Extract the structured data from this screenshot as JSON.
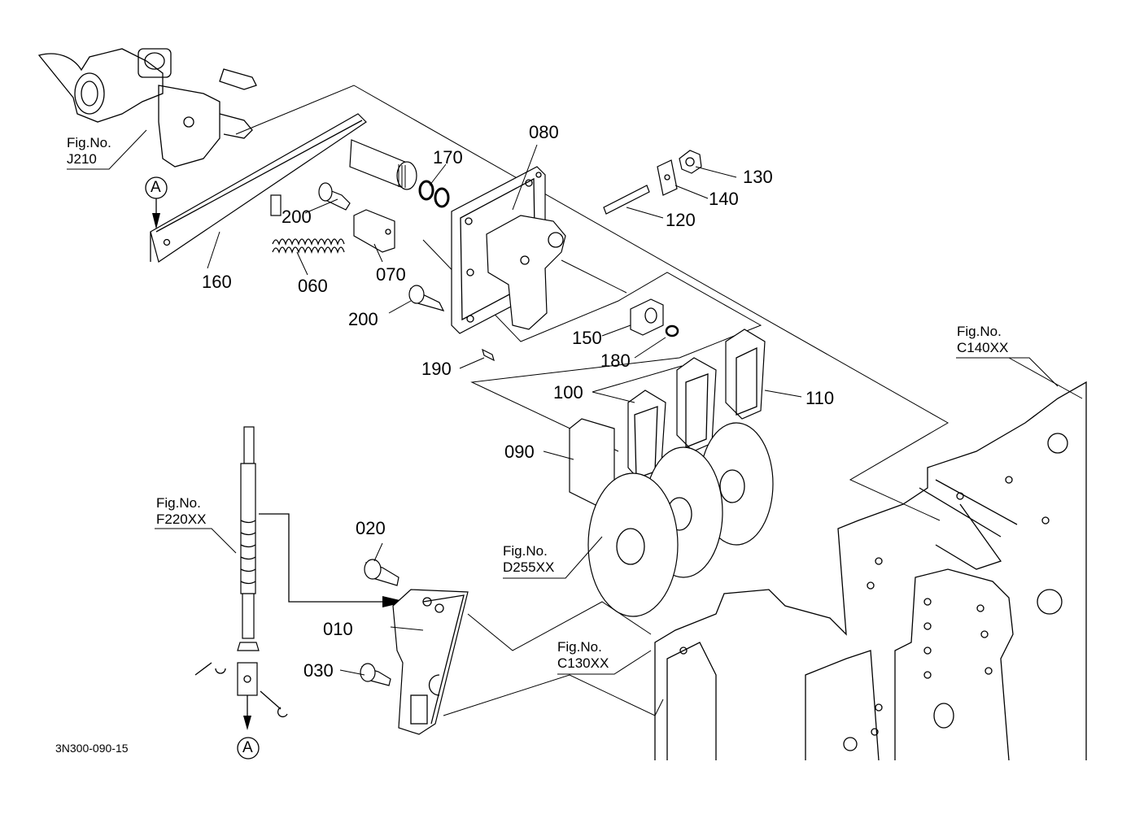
{
  "diagram": {
    "type": "exploded-parts-diagram",
    "drawing_code": "3N300-090-15",
    "part_labels": [
      {
        "id": "p080",
        "text": "080"
      },
      {
        "id": "p170",
        "text": "170"
      },
      {
        "id": "p130",
        "text": "130"
      },
      {
        "id": "p140",
        "text": "140"
      },
      {
        "id": "p120",
        "text": "120"
      },
      {
        "id": "p200a",
        "text": "200"
      },
      {
        "id": "p160",
        "text": "160"
      },
      {
        "id": "p060",
        "text": "060"
      },
      {
        "id": "p070",
        "text": "070"
      },
      {
        "id": "p200b",
        "text": "200"
      },
      {
        "id": "p150",
        "text": "150"
      },
      {
        "id": "p180",
        "text": "180"
      },
      {
        "id": "p190",
        "text": "190"
      },
      {
        "id": "p100",
        "text": "100"
      },
      {
        "id": "p110",
        "text": "110"
      },
      {
        "id": "p090",
        "text": "090"
      },
      {
        "id": "p020",
        "text": "020"
      },
      {
        "id": "p010",
        "text": "010"
      },
      {
        "id": "p030",
        "text": "030"
      }
    ],
    "figure_refs": [
      {
        "id": "j210",
        "line1": "Fig.No.",
        "line2": "J210"
      },
      {
        "id": "c140",
        "line1": "Fig.No.",
        "line2": "C140XX"
      },
      {
        "id": "f220",
        "line1": "Fig.No.",
        "line2": "F220XX"
      },
      {
        "id": "d255",
        "line1": "Fig.No.",
        "line2": "D255XX"
      },
      {
        "id": "c130",
        "line1": "Fig.No.",
        "line2": "C130XX"
      }
    ],
    "markers": [
      {
        "id": "marker-a-top",
        "text": "A"
      },
      {
        "id": "marker-a-bottom",
        "text": "A"
      }
    ]
  }
}
